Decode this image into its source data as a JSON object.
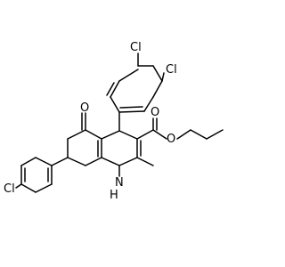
{
  "molecule": {
    "atoms": {
      "cl_top": "Cl",
      "cl_right": "Cl",
      "cl_left": "Cl",
      "o_ketone": "O",
      "o_ester_carbonyl": "O",
      "o_ester": "O",
      "nh_n": "N",
      "nh_h": "H"
    }
  }
}
